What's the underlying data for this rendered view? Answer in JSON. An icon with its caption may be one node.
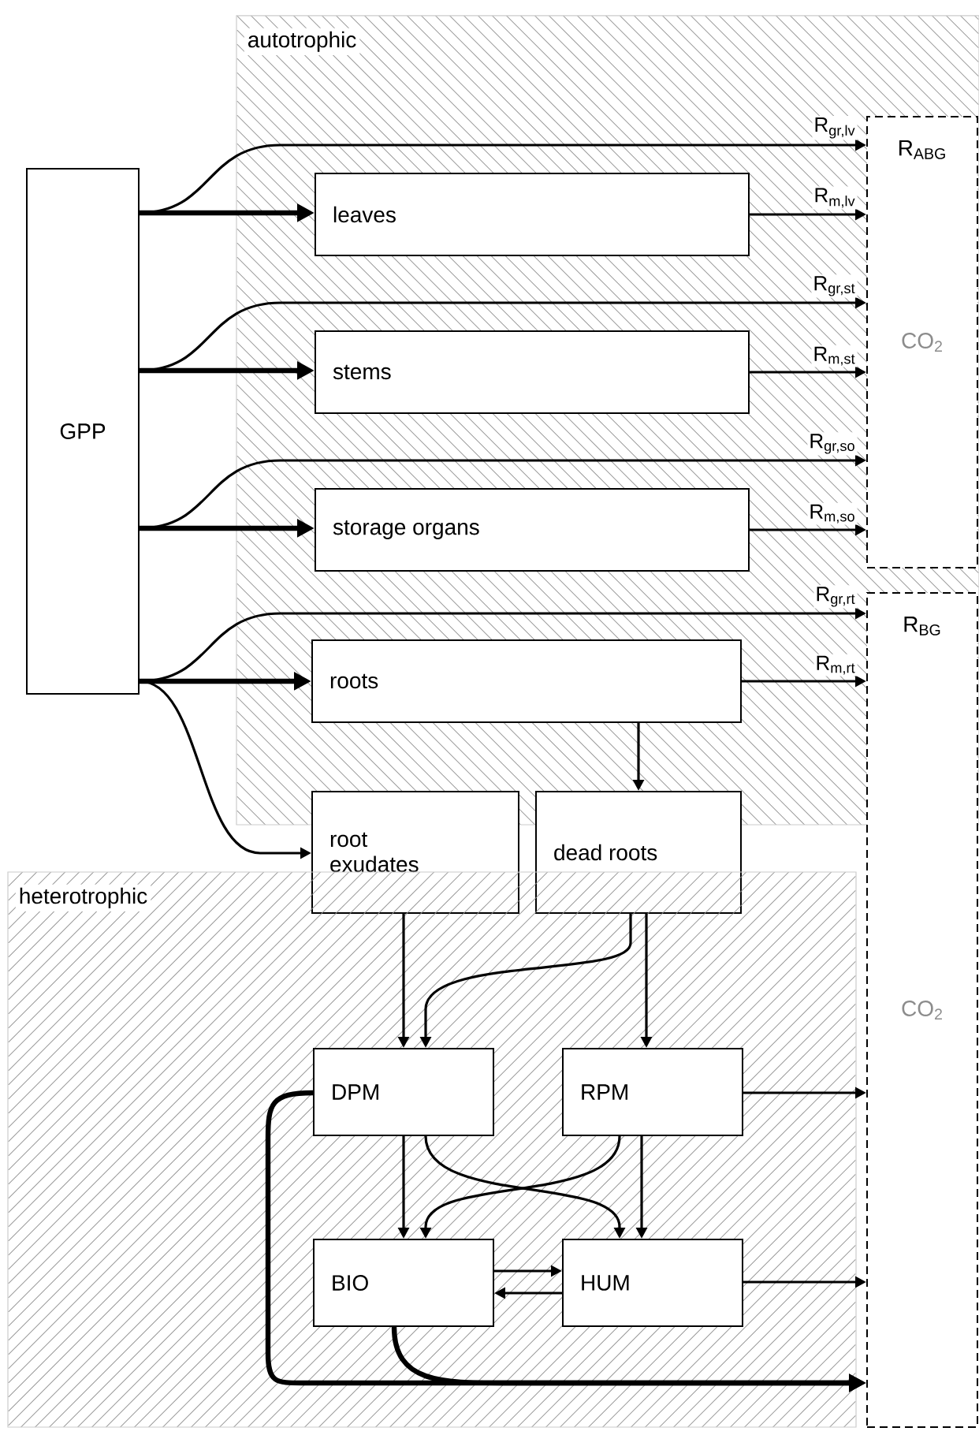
{
  "diagram": {
    "nodes": [
      {
        "text": [
          "autotrophic"
        ]
      },
      {
        "text": [
          "GPP"
        ]
      },
      {
        "text": [
          "leaves"
        ],
        "in": 0
      },
      {
        "text": [
          "stems"
        ],
        "in": 0
      },
      {
        "text": [
          "storage organs"
        ],
        "in": 0
      },
      {
        "text": [
          "roots"
        ],
        "in": 0
      },
      {
        "text": [
          "R$_{ABG}$",
          "CO$_{2}$"
        ],
        "in": 0
      },
      {
        "text": [
          "R$_{BG}$",
          "CO$_{2}$"
        ]
      },
      {
        "text": [
          "root exudates"
        ]
      },
      {
        "text": [
          "dead roots"
        ]
      },
      {
        "text": [
          "heterotrophic"
        ]
      },
      {
        "text": [
          "DPM"
        ],
        "in": 10
      },
      {
        "text": [
          "RPM"
        ],
        "in": 10
      },
      {
        "text": [
          "BIO"
        ],
        "in": 10
      },
      {
        "text": [
          "HUM"
        ],
        "in": 10
      }
    ],
    "edges": [
      {
        "from": 1,
        "to": 2,
        "arrow": "to",
        "style": "thick"
      },
      {
        "from": 1,
        "to": 6,
        "arrow": "to",
        "label": "R$_{gr,lv}$"
      },
      {
        "from": 2,
        "to": 6,
        "arrow": "to",
        "label": "R$_{m,lv}$"
      },
      {
        "from": 1,
        "to": 3,
        "arrow": "to",
        "style": "thick"
      },
      {
        "from": 1,
        "to": 6,
        "arrow": "to",
        "label": "R$_{gr,st}$"
      },
      {
        "from": 3,
        "to": 6,
        "arrow": "to",
        "label": "R$_{m,st}$"
      },
      {
        "from": 1,
        "to": 4,
        "arrow": "to",
        "style": "thick"
      },
      {
        "from": 1,
        "to": 6,
        "arrow": "to",
        "label": "R$_{gr,so}$"
      },
      {
        "from": 4,
        "to": 6,
        "arrow": "to",
        "label": "R$_{m,so}$"
      },
      {
        "from": 1,
        "to": 5,
        "arrow": "to",
        "style": "thick"
      },
      {
        "from": 1,
        "to": 7,
        "arrow": "to",
        "label": "R$_{gr,rt}$"
      },
      {
        "from": 5,
        "to": 7,
        "arrow": "to",
        "label": "R$_{m,rt}$"
      },
      {
        "from": 1,
        "to": 8,
        "arrow": "to"
      },
      {
        "from": 5,
        "to": 9,
        "arrow": "to"
      },
      {
        "from": 8,
        "to": 11,
        "arrow": "to"
      },
      {
        "from": 9,
        "to": 11,
        "arrow": "to"
      },
      {
        "from": 9,
        "to": 12,
        "arrow": "to"
      },
      {
        "from": 11,
        "to": 13,
        "arrow": "to"
      },
      {
        "from": 11,
        "to": 14,
        "arrow": "to"
      },
      {
        "from": 12,
        "to": 13,
        "arrow": "to"
      },
      {
        "from": 12,
        "to": 14,
        "arrow": "to"
      },
      {
        "from": 13,
        "to": 14,
        "arrow": "to"
      },
      {
        "from": 14,
        "to": 13,
        "arrow": "to"
      },
      {
        "from": 12,
        "to": 7,
        "arrow": "to"
      },
      {
        "from": 14,
        "to": 7,
        "arrow": "to"
      },
      {
        "from": 11,
        "to": 7,
        "arrow": "to",
        "style": "thick"
      },
      {
        "from": 13,
        "to": 7,
        "arrow": "to",
        "style": "thick"
      }
    ]
  }
}
